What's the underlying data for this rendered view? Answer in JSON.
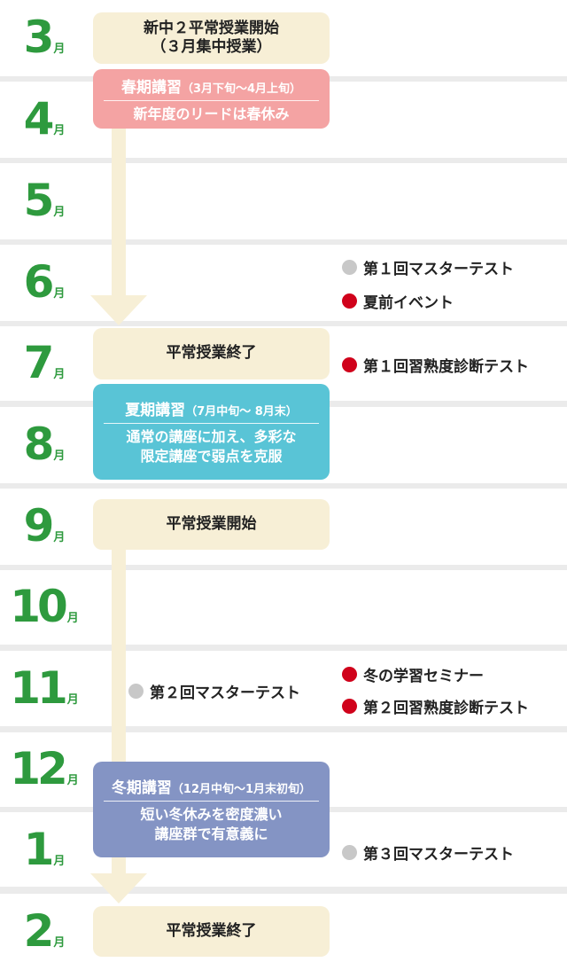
{
  "months": [
    {
      "num": "3",
      "unit": "月"
    },
    {
      "num": "4",
      "unit": "月"
    },
    {
      "num": "5",
      "unit": "月"
    },
    {
      "num": "6",
      "unit": "月"
    },
    {
      "num": "7",
      "unit": "月"
    },
    {
      "num": "8",
      "unit": "月"
    },
    {
      "num": "9",
      "unit": "月"
    },
    {
      "num": "10",
      "unit": "月"
    },
    {
      "num": "11",
      "unit": "月"
    },
    {
      "num": "12",
      "unit": "月"
    },
    {
      "num": "1",
      "unit": "月"
    },
    {
      "num": "2",
      "unit": "月"
    }
  ],
  "boxes": {
    "start_march": {
      "line1": "新中２平常授業開始",
      "line2": "（３月集中授業）"
    },
    "spring": {
      "title": "春期講習",
      "period": "（3月下旬～4月上旬）",
      "desc": "新年度のリードは春休み"
    },
    "end_july": {
      "label": "平常授業終了"
    },
    "summer": {
      "title": "夏期講習",
      "period": "（7月中旬～ 8月末）",
      "desc1": "通常の講座に加え、多彩な",
      "desc2": "限定講座で弱点を克服"
    },
    "start_sept": {
      "label": "平常授業開始"
    },
    "winter": {
      "title": "冬期講習",
      "period": "（12月中旬～1月末初旬）",
      "desc1": "短い冬休みを密度濃い",
      "desc2": "講座群で有意義に"
    },
    "end_feb": {
      "label": "平常授業終了"
    }
  },
  "events": {
    "master1": "第１回マスターテスト",
    "summer_event": "夏前イベント",
    "proficiency1": "第１回習熟度診断テスト",
    "master2": "第２回マスターテスト",
    "winter_seminar": "冬の学習セミナー",
    "proficiency2": "第２回習熟度診断テスト",
    "master3": "第３回マスターテスト"
  },
  "colors": {
    "month_green": "#2e9a3e",
    "cream": "#f7efd6",
    "spring": "#f4a3a3",
    "summer": "#59c4d6",
    "winter": "#8494c4",
    "red_dot": "#d0021b",
    "grey_dot": "#c8c8c8"
  }
}
